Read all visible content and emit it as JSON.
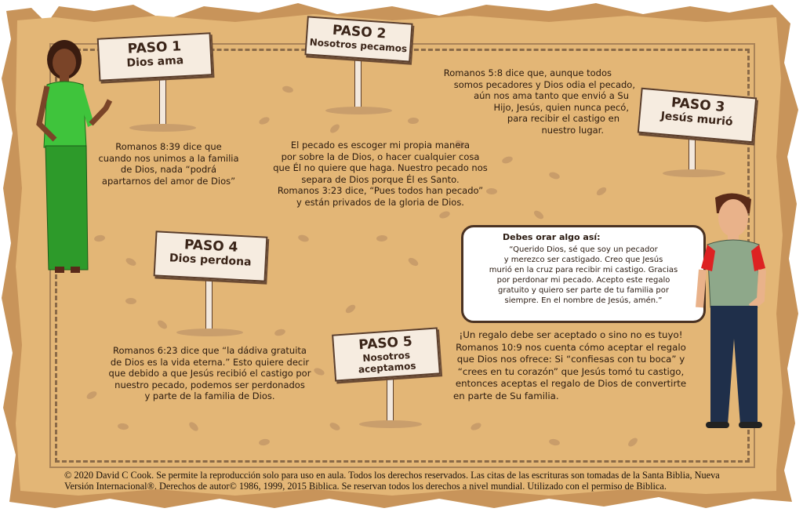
{
  "steps": [
    {
      "title": "PASO 1",
      "subtitle": "Dios ama",
      "text": [
        "Romanos 8:39 dice que",
        "cuando nos unimos a la familia",
        "de Dios, nada “podrá",
        "apartarnos del amor de Dios”"
      ]
    },
    {
      "title": "PASO 2",
      "subtitle": "Nosotros pecamos",
      "text": [
        "El pecado es escoger mi propia manera",
        "por sobre la de Dios, o hacer cualquier cosa",
        "que Él no quiere que haga. Nuestro pecado nos",
        "separa de Dios porque Él es Santo.",
        "Romanos 3:23 dice, “Pues todos han pecado”",
        "y están privados de la gloria de Dios."
      ]
    },
    {
      "title": "PASO 3",
      "subtitle": "Jesús murió",
      "text": [
        "Romanos 5:8 dice que, aunque todos",
        "somos pecadores y Dios odia el pecado,",
        "aún nos ama tanto que envió a Su",
        "Hijo, Jesús, quien nunca pecó,",
        "para recibir el castigo en",
        "nuestro lugar."
      ]
    },
    {
      "title": "PASO 4",
      "subtitle": "Dios perdona",
      "text": [
        "Romanos 6:23 dice que “la dádiva gratuita",
        "de Dios es la vida eterna.” Esto quiere decir",
        "que debido a que Jesús recibió el castigo por",
        "nuestro pecado, podemos ser perdonados",
        "y parte de la familia de Dios."
      ]
    },
    {
      "title": "PASO 5",
      "subtitle": "Nosotros aceptamos",
      "text": [
        "¡Un regalo debe ser aceptado o sino no es tuyo!",
        "Romanos 10:9 nos cuenta cómo aceptar el regalo",
        "que Dios nos ofrece: Si “confiesas con tu boca” y",
        "“crees en tu corazón” que Jesús tomó tu castigo,",
        "entonces aceptas el regalo de Dios de convertirte",
        "en parte de Su familia."
      ]
    }
  ],
  "prayer": {
    "heading": "Debes orar algo así:",
    "lines": [
      "“Querido Dios, sé que soy un pecador",
      "y merezco ser castigado. Creo que Jesús",
      "murió en la cruz para recibir mi castigo. Gracias",
      "por perdonar mi pecado. Acepto este regalo",
      "gratuito y quiero ser parte de tu familia por",
      "siempre. En el nombre de Jesús, amén.”"
    ]
  },
  "footer": [
    "© 2020 David C Cook. Se permite la reproducción solo para uso en aula. Todos los derechos reservados. Las citas de las escrituras son tomadas de la Santa Biblia, Nueva",
    "Versión Internacional®. Derechos de autor© 1986, 1999, 2015 Biblica. Se reservan todos los derechos a nivel mundial. Utilizado con el permiso de Biblica."
  ],
  "colors": {
    "parchment": "#e3b676",
    "edge": "#c8945a",
    "sign": "#f6ece0",
    "ink": "#2b1a0e"
  }
}
